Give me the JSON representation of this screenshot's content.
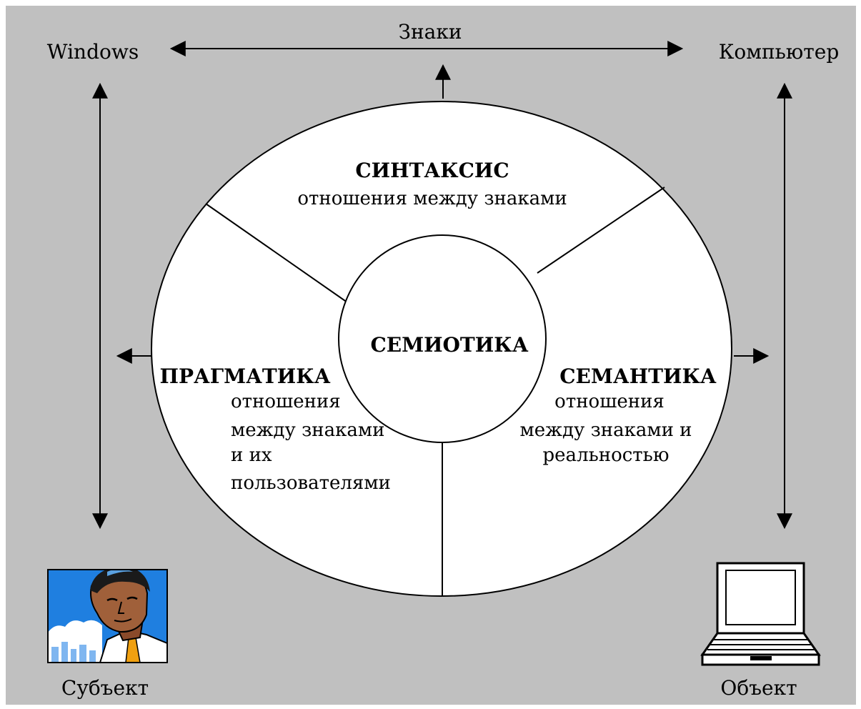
{
  "corners": {
    "top_left": "Windows",
    "top_center": "Знаки",
    "top_right": "Компьютер",
    "bottom_left": "Субъект",
    "bottom_right": "Объект"
  },
  "center": {
    "title": "СЕМИОТИКА"
  },
  "syntax": {
    "title": "СИНТАКСИС",
    "desc": "отношения между знаками"
  },
  "pragmatics": {
    "title": "ПРАГМАТИКА",
    "lines": [
      "отношения",
      "между знаками",
      "и их",
      "пользователями"
    ]
  },
  "semantics": {
    "title": "СЕМАНТИКА",
    "lines": [
      "отношения",
      "между знаками и",
      "реальностью"
    ]
  },
  "colors": {
    "background": "#c0c0c0",
    "sky": "#1f7fe0",
    "ellipse": "#ffffff"
  },
  "icons": [
    "person-portrait-icon",
    "laptop-icon"
  ]
}
